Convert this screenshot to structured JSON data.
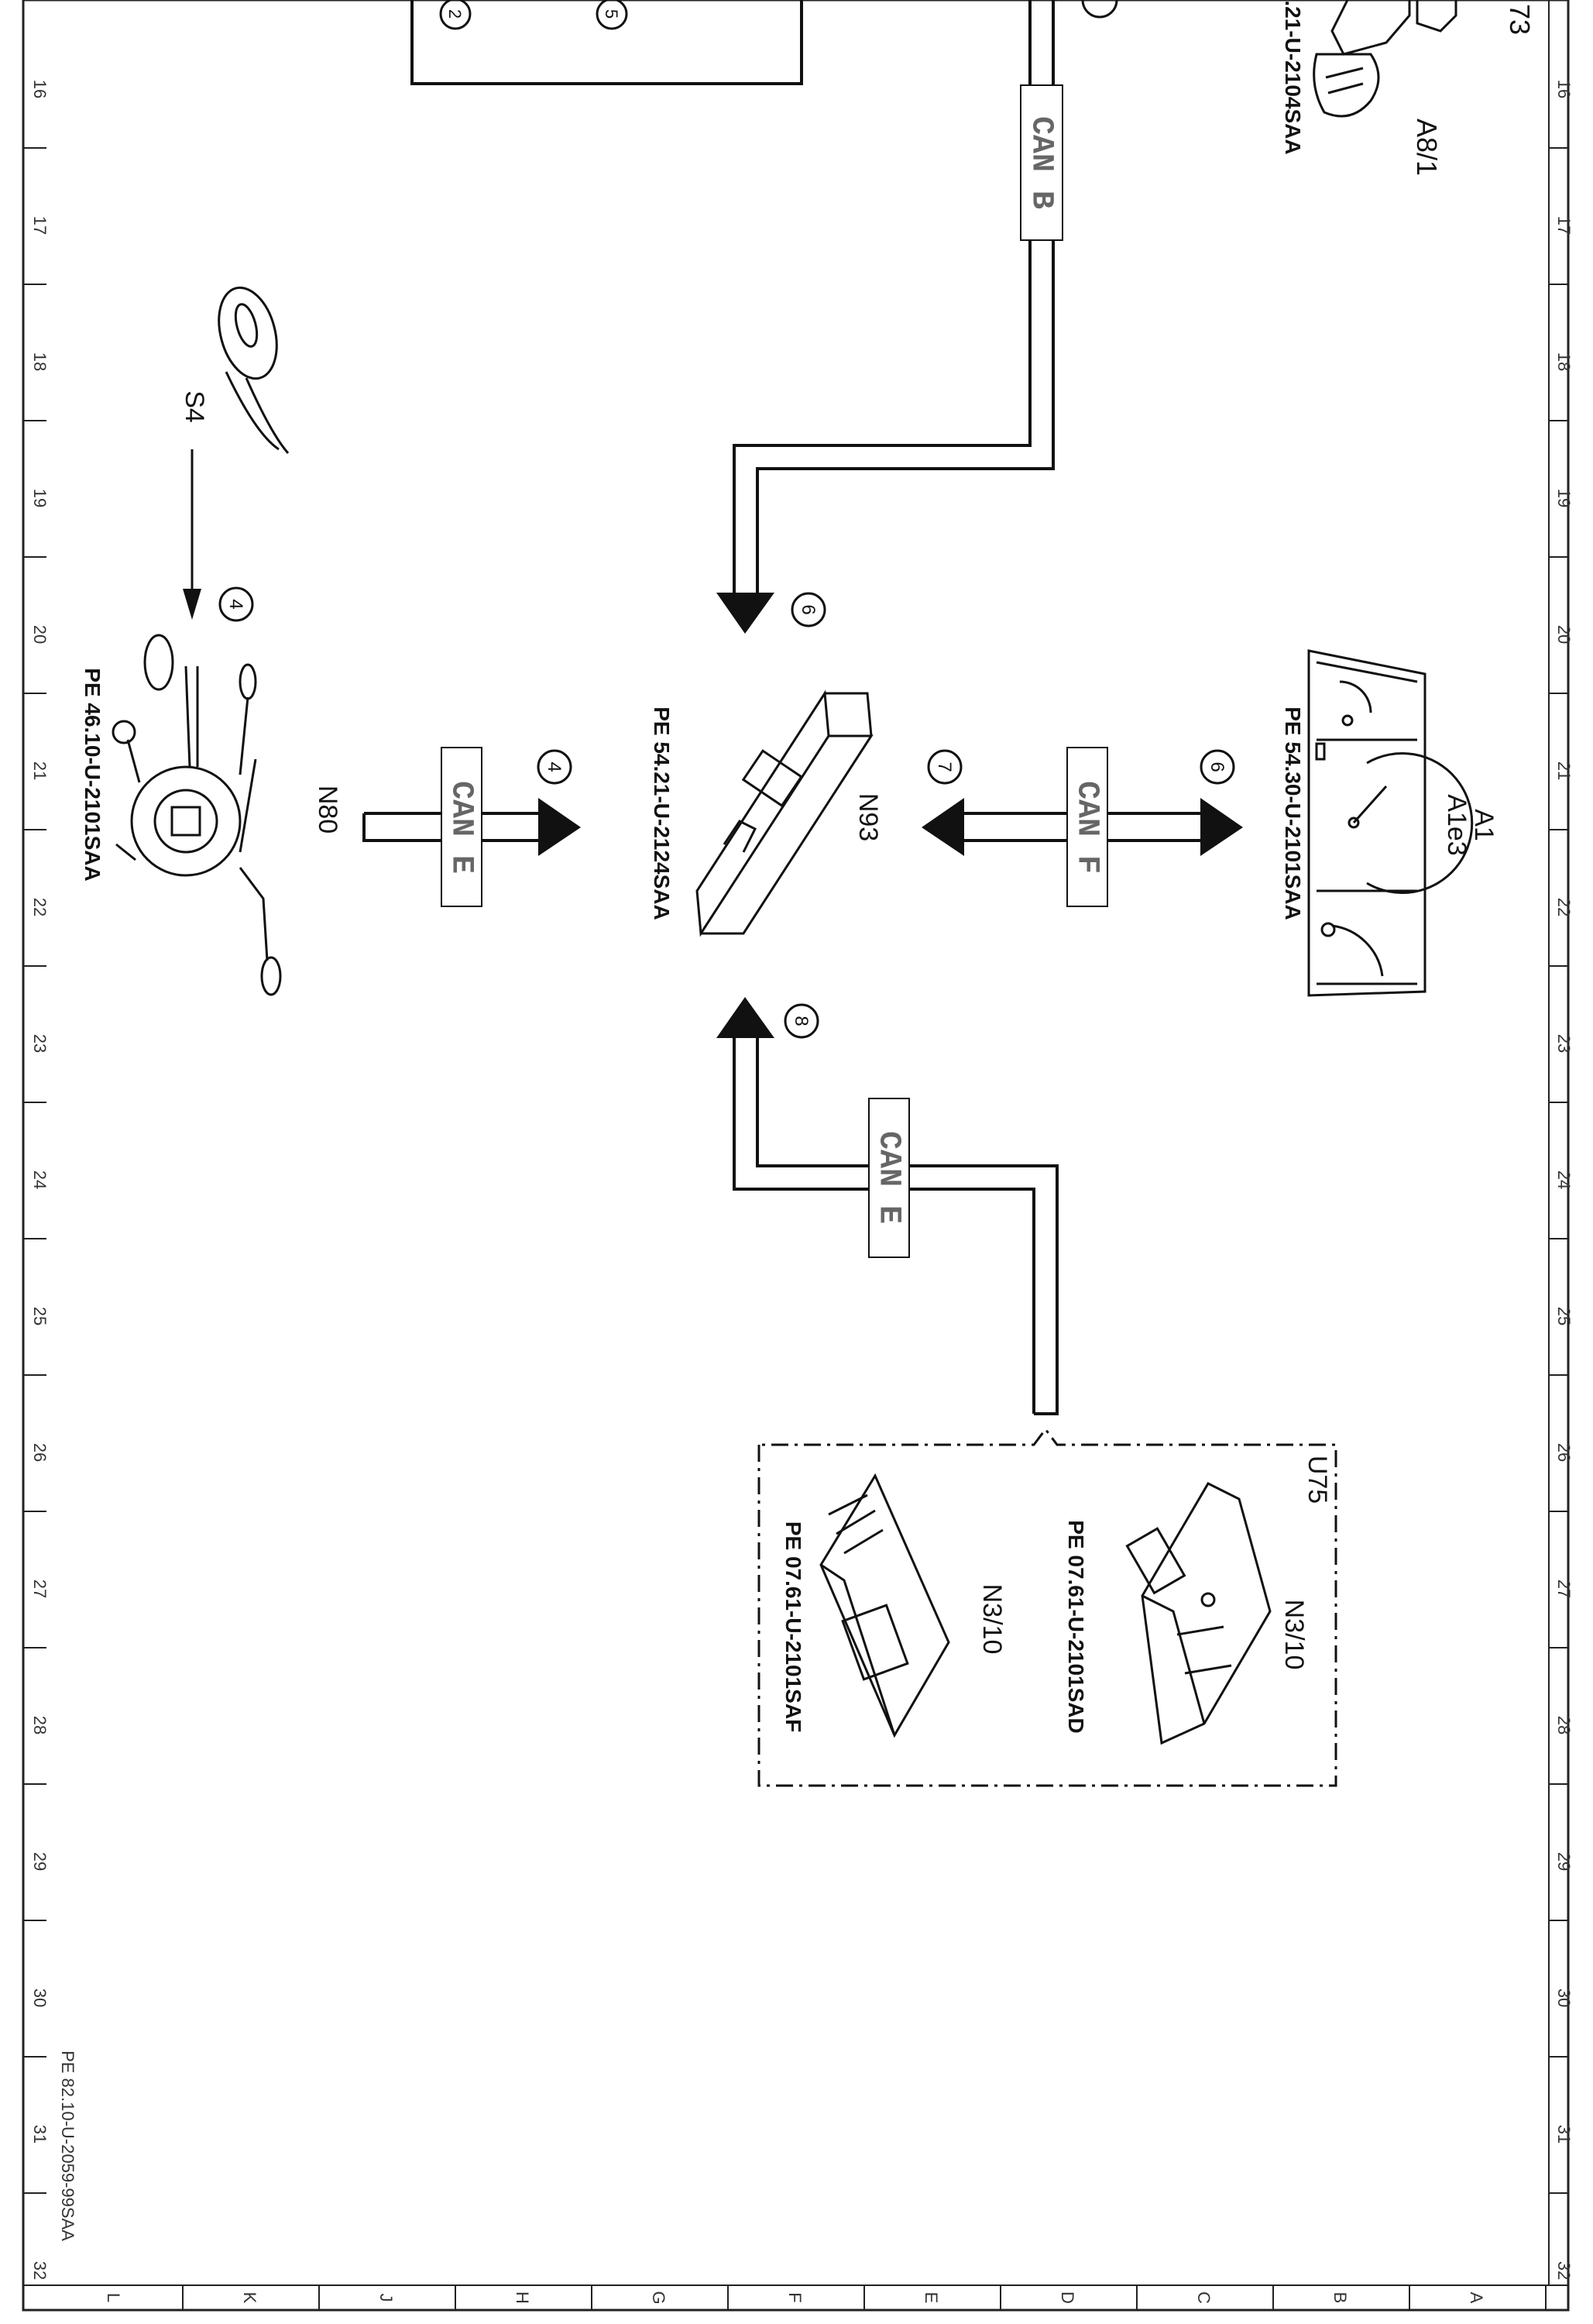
{
  "grid": {
    "rows": [
      "16",
      "17",
      "18",
      "19",
      "20",
      "21",
      "22",
      "23",
      "24",
      "25",
      "26",
      "27",
      "28",
      "29",
      "30",
      "31",
      "32"
    ],
    "cols": [
      "L",
      "K",
      "J",
      "H",
      "G",
      "F",
      "E",
      "D",
      "C",
      "B",
      "A"
    ]
  },
  "document_ref": "PE 82.10-U-2059-99SAA",
  "components": {
    "s4": {
      "code": "S4"
    },
    "n80": {
      "code": "N80",
      "ref": "PE 46.10-U-2101SAA"
    },
    "n93": {
      "code": "N93",
      "ref": "PE 54.21-U-2124SAA"
    },
    "a1": {
      "code": "A1",
      "sub": "A1e3",
      "ref": "PE 54.30-U-2101SAA"
    },
    "a8": {
      "code": "A8/1",
      "ref": ".21-U-2104SAA",
      "partial": "73"
    },
    "u75": {
      "code": "U75"
    },
    "n310a": {
      "code": "N3/10",
      "ref": "PE 07.61-U-2101SAD"
    },
    "n310b": {
      "code": "N3/10",
      "ref": "PE 07.61-U-2101SAF"
    }
  },
  "buses": {
    "can_b": "CAN B",
    "can_e1": "CAN E",
    "can_f": "CAN F",
    "can_e2": "CAN E"
  },
  "markers": {
    "m2": "2",
    "m5": "5",
    "m4a": "4",
    "m4b": "4",
    "m6a": "6",
    "m7": "7",
    "m6b": "6",
    "m8": "8"
  }
}
